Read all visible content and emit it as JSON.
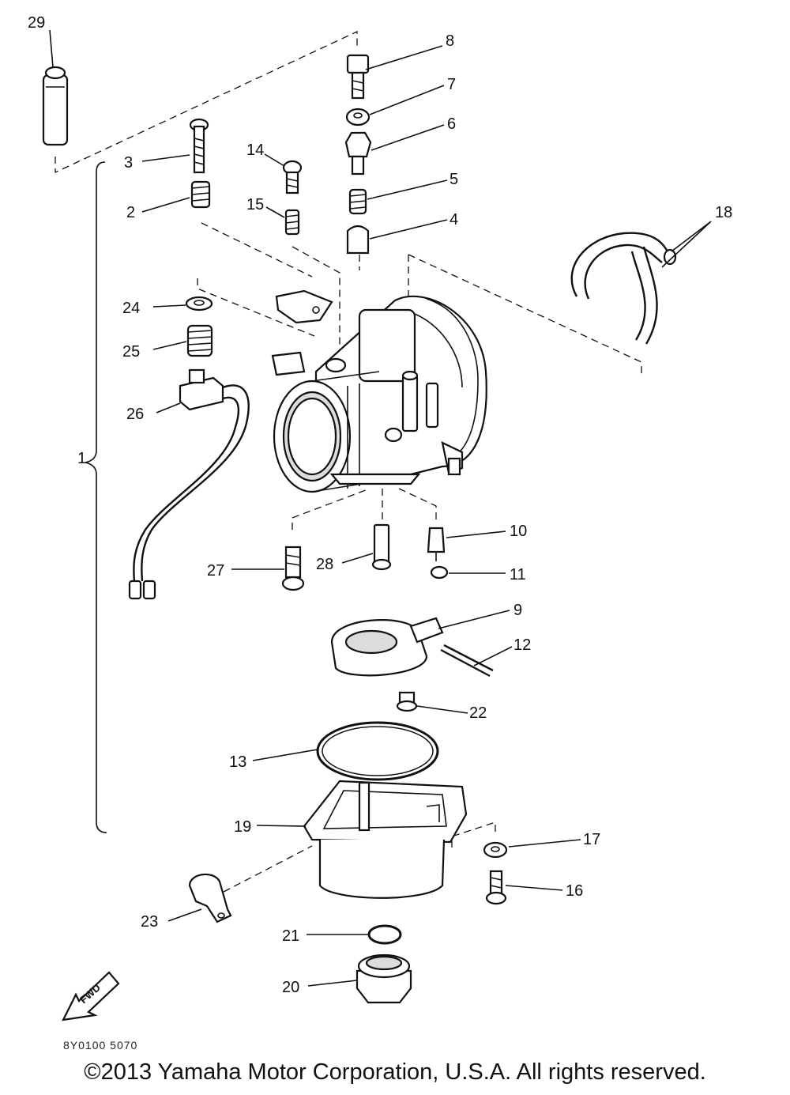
{
  "diagram": {
    "callouts": [
      "1",
      "2",
      "3",
      "4",
      "5",
      "6",
      "7",
      "8",
      "9",
      "10",
      "11",
      "12",
      "13",
      "14",
      "15",
      "16",
      "17",
      "18",
      "19",
      "20",
      "21",
      "22",
      "23",
      "24",
      "25",
      "26",
      "27",
      "28",
      "29"
    ],
    "arrow_label": "FWD",
    "drawing_code": "8Y0100 5070"
  },
  "footer": {
    "copyright": "©2013 Yamaha Motor Corporation, U.S.A. All rights reserved."
  }
}
